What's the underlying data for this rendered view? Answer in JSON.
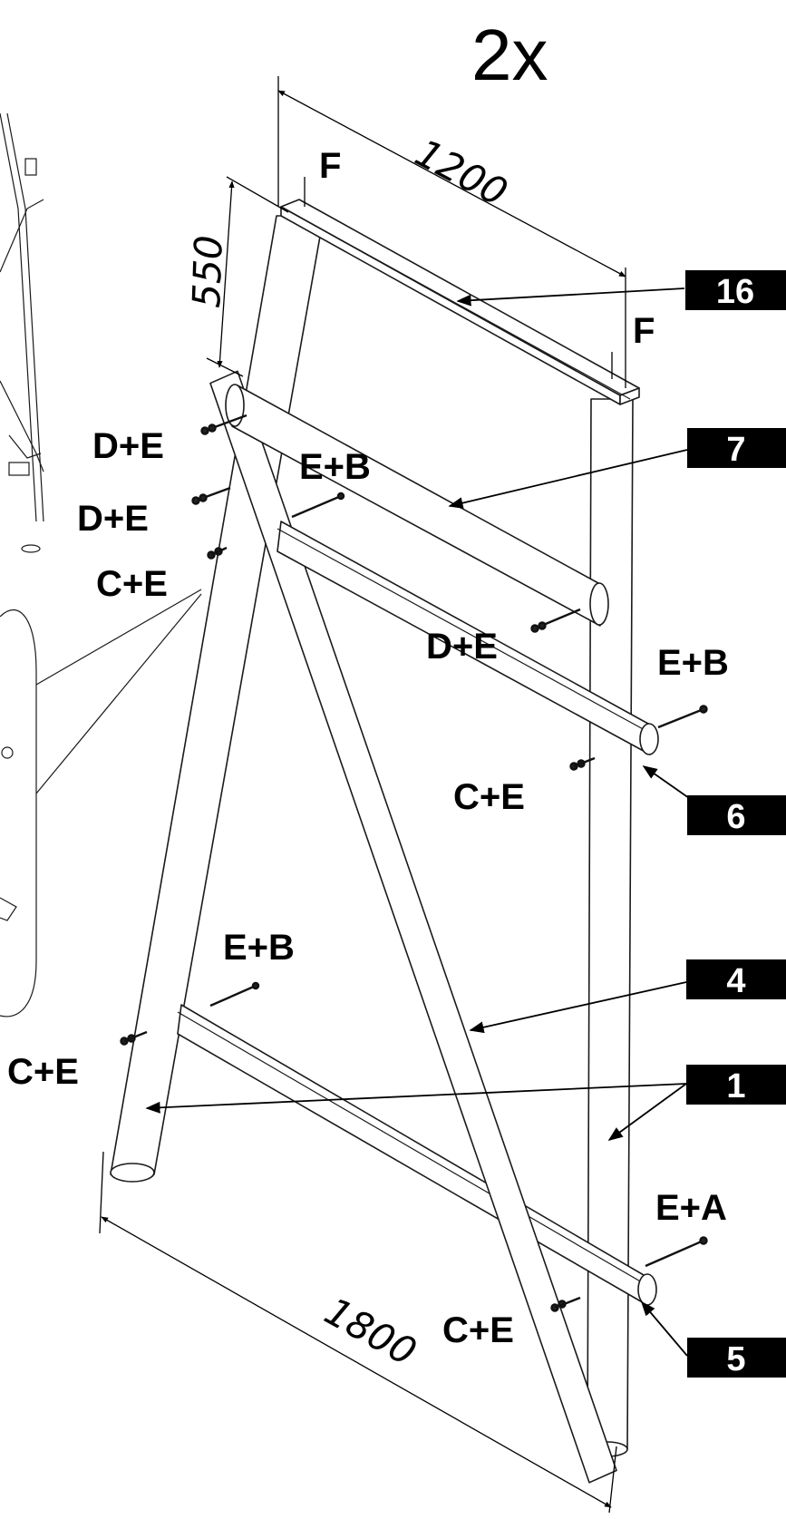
{
  "quantity_label": "2x",
  "dimensions": {
    "width_top": "1200",
    "height_upper": "550",
    "length_base": "1800"
  },
  "fastener_labels": {
    "f_left": "F",
    "f_right": "F",
    "de_1": "D+E",
    "de_2": "D+E",
    "de_3": "D+E",
    "ce_1": "C+E",
    "ce_2": "C+E",
    "ce_3": "C+E",
    "ce_4": "C+E",
    "eb_1": "E+B",
    "eb_2": "E+B",
    "eb_3": "E+B",
    "ea_1": "E+A"
  },
  "part_tags": {
    "p16": "16",
    "p7": "7",
    "p6": "6",
    "p4": "4",
    "p1": "1",
    "p5": "5"
  }
}
